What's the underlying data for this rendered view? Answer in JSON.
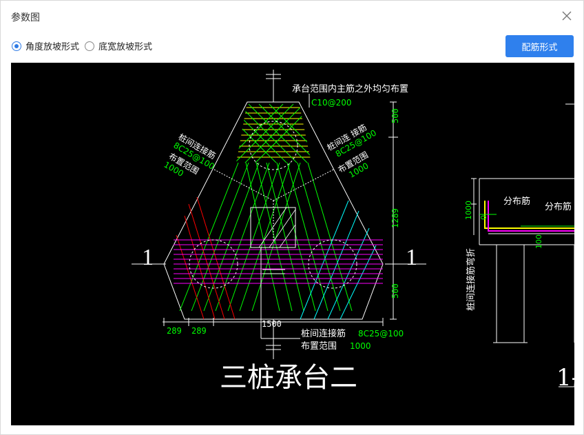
{
  "window": {
    "title": "参数图"
  },
  "icons": {
    "close": "close-icon"
  },
  "options": {
    "items": [
      {
        "label": "角度放坡形式",
        "checked": true
      },
      {
        "label": "底宽放坡形式",
        "checked": false
      }
    ]
  },
  "toolbar": {
    "rebar_form_label": "配筋形式"
  },
  "drawing": {
    "annot_top": "承台范围内主筋之外均匀布置",
    "annot_top_spec": "C10@200",
    "left_label_1": "桩间连接筋",
    "left_label_2": "8C25@100",
    "left_label_3": "布置范围",
    "left_label_4": "1000",
    "right_label_1": "桩间连 接筋",
    "right_label_2": "8C25@100",
    "right_label_3": "布置范围",
    "right_label_4": "1000",
    "bottom_label_1": "桩间连接筋",
    "bottom_label_1_spec": "8C25@100",
    "bottom_label_2": "布置范围",
    "bottom_label_2_spec": "1000",
    "dim_500_top": "500",
    "dim_1289": "1289",
    "dim_500_bottom": "500",
    "dim_289_a": "289",
    "dim_289_b": "289",
    "dim_1500": "1500",
    "section_left": "1",
    "section_right": "1",
    "main_title": "三桩承台二",
    "side_label_1": "分布筋",
    "side_label_2": "分布筋",
    "side_dim_1000": "1000",
    "side_dim_0": "0",
    "side_dim_100": "100",
    "side_vertical_label": "桩间连接筋弯折",
    "side_section": "1-"
  },
  "colors": {
    "accent": "#2f80ed",
    "canvas_bg": "#000000",
    "cad_green": "#00ff00",
    "cad_yellow": "#ffff00",
    "cad_magenta": "#ff00ff",
    "cad_cyan": "#00ffff",
    "cad_red": "#ff0000"
  }
}
